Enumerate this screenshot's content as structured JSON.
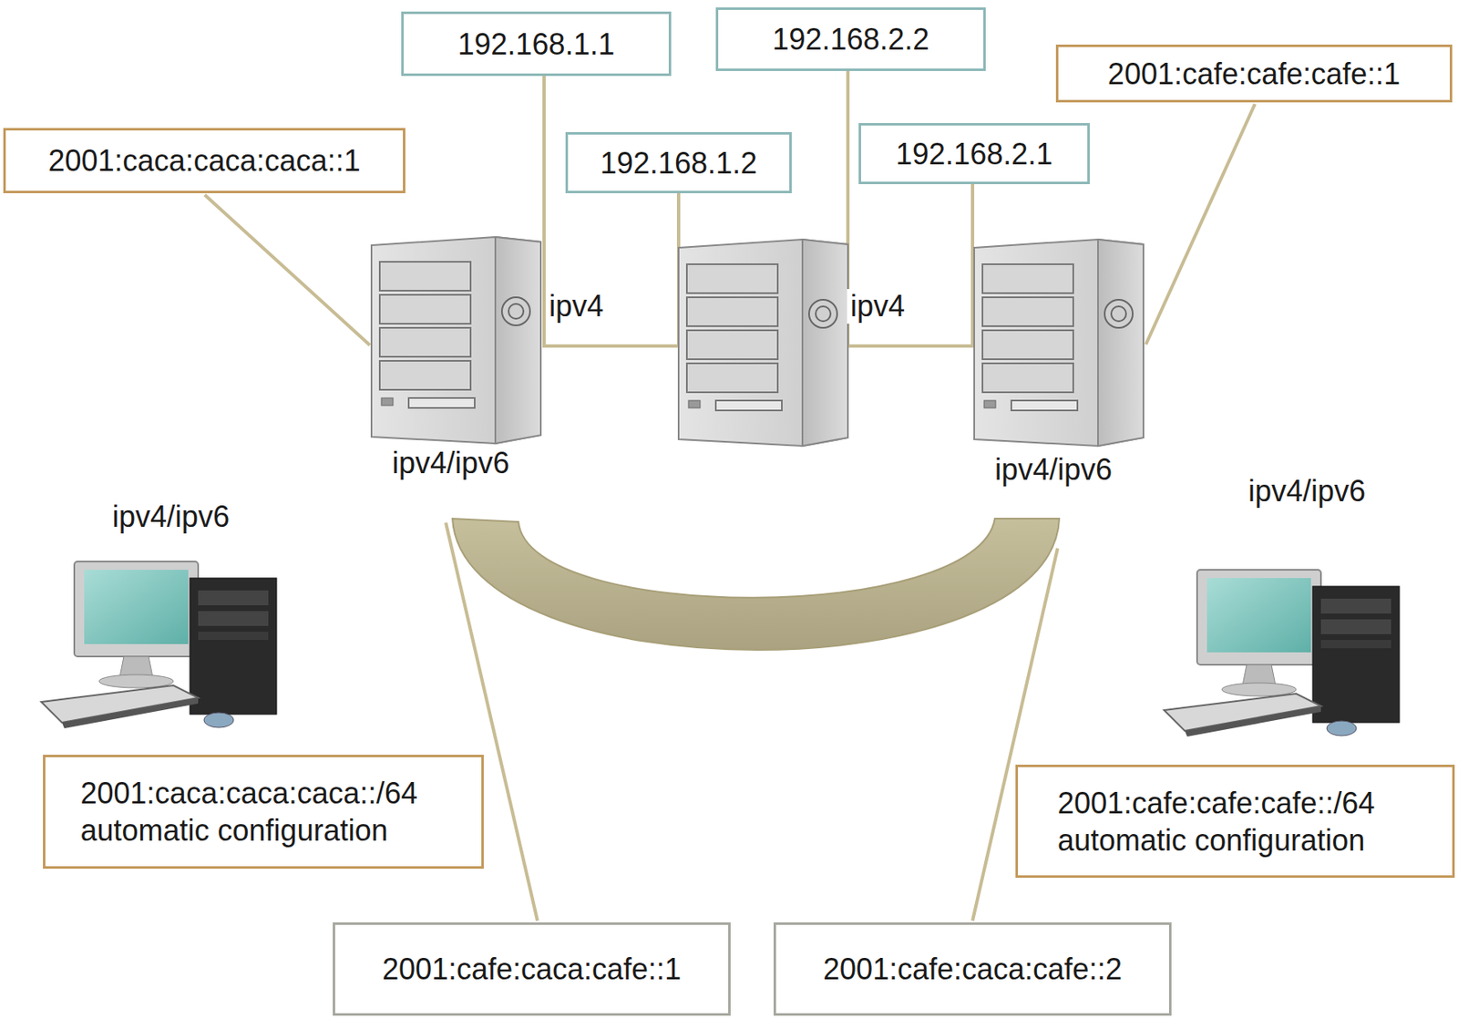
{
  "diagram": {
    "nodes": [
      {
        "text": [
          "192.168.1.1"
        ]
      },
      {
        "text": [
          "192.168.2.2"
        ]
      },
      {
        "text": [
          "2001:cafe:cafe:cafe::1"
        ]
      },
      {
        "text": [
          "2001:caca:caca:caca::1"
        ]
      },
      {
        "text": [
          "192.168.1.2"
        ]
      },
      {
        "text": [
          "192.168.2.1"
        ]
      },
      {
        "text": [
          "2001:caca:caca:caca::/64 automatic configuration"
        ]
      },
      {
        "text": [
          "2001:cafe:cafe:cafe::/64 automatic configuration"
        ]
      },
      {
        "text": [
          "2001:cafe:caca:cafe::1"
        ]
      },
      {
        "text": [
          "2001:cafe:caca:cafe::2"
        ]
      }
    ],
    "edges": [],
    "labels": [
      "ipv4",
      "ipv4",
      "ipv4/ipv6",
      "ipv4/ipv6",
      "ipv4/ipv6",
      "ipv4/ipv6"
    ]
  }
}
